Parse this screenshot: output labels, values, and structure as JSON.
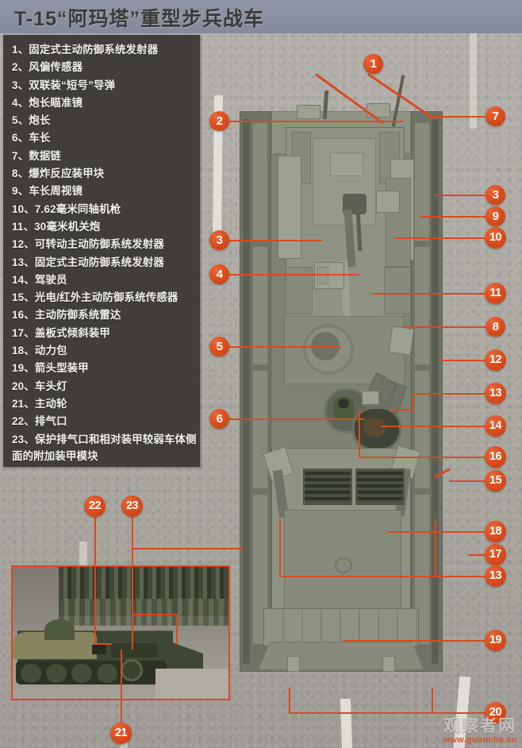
{
  "header": {
    "title": "T-15“阿玛塔”重型步兵战车"
  },
  "legend": {
    "items": [
      {
        "num": "1",
        "label": "1、固定式主动防御系统发射器"
      },
      {
        "num": "2",
        "label": "2、风偏传感器"
      },
      {
        "num": "3",
        "label": "3、双联装“短号”导弹"
      },
      {
        "num": "4",
        "label": "4、炮长瞄准镜"
      },
      {
        "num": "5",
        "label": "5、炮长"
      },
      {
        "num": "6",
        "label": "6、车长"
      },
      {
        "num": "7",
        "label": "7、数据链"
      },
      {
        "num": "8",
        "label": "8、爆炸反应装甲块"
      },
      {
        "num": "9",
        "label": "9、车长周视镜"
      },
      {
        "num": "10",
        "label": "10、7.62毫米同轴机枪"
      },
      {
        "num": "11",
        "label": "11、30毫米机关炮"
      },
      {
        "num": "12",
        "label": "12、可转动主动防御系统发射器"
      },
      {
        "num": "13",
        "label": "13、固定式主动防御系统发射器"
      },
      {
        "num": "14",
        "label": "14、驾驶员"
      },
      {
        "num": "15",
        "label": "15、光电/红外主动防御系统传感器"
      },
      {
        "num": "16",
        "label": "16、主动防御系统雷达"
      },
      {
        "num": "17",
        "label": "17、盖板式倾斜装甲"
      },
      {
        "num": "18",
        "label": "18、动力包"
      },
      {
        "num": "19",
        "label": "19、箭头型装甲"
      },
      {
        "num": "20",
        "label": "20、车头灯"
      },
      {
        "num": "21",
        "label": "21、主动轮"
      },
      {
        "num": "22",
        "label": "22、排气口"
      },
      {
        "num": "23",
        "label": "23、保护排气口和相对装甲较弱车体侧面的附加装甲模块"
      }
    ]
  },
  "callouts": {
    "top": [
      {
        "num": "1"
      }
    ],
    "left": [
      {
        "num": "2"
      },
      {
        "num": "3"
      },
      {
        "num": "4"
      },
      {
        "num": "5"
      },
      {
        "num": "6"
      }
    ],
    "right": [
      {
        "num": "7"
      },
      {
        "num": "3"
      },
      {
        "num": "9"
      },
      {
        "num": "10"
      },
      {
        "num": "11"
      },
      {
        "num": "8"
      },
      {
        "num": "12"
      },
      {
        "num": "13"
      },
      {
        "num": "14"
      },
      {
        "num": "16"
      },
      {
        "num": "15"
      },
      {
        "num": "18"
      },
      {
        "num": "17"
      },
      {
        "num": "13"
      },
      {
        "num": "19"
      },
      {
        "num": "20"
      }
    ],
    "inset": [
      {
        "num": "22"
      },
      {
        "num": "23"
      },
      {
        "num": "21"
      }
    ]
  },
  "watermark": {
    "name": "观察者网",
    "url": "www.guancha.cn"
  },
  "colors": {
    "accent": "#d94a1e",
    "header_bg": "#8b90a1",
    "legend_bg": "#403d3a",
    "ground": "#ada9a4",
    "armor_green": "#8e9384"
  }
}
